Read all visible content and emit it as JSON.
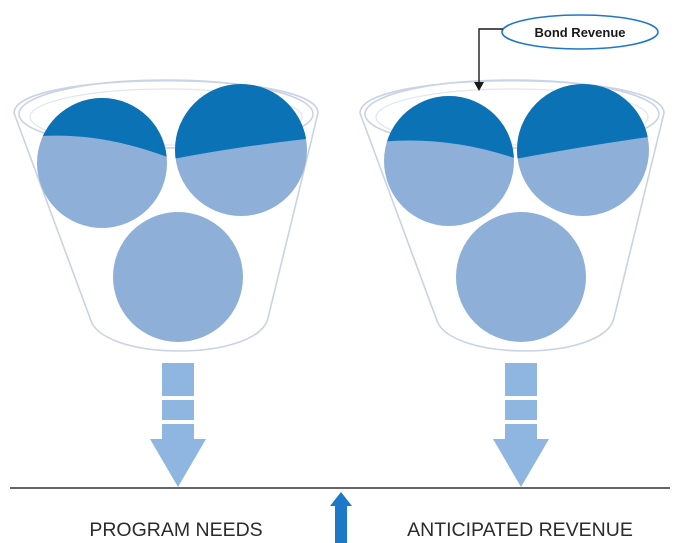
{
  "callout": {
    "label": "Bond Revenue"
  },
  "labels": {
    "left": "PROGRAM NEEDS",
    "right": "ANTICIPATED REVENUE"
  },
  "colors": {
    "dark_blue": "#0b72b5",
    "light_blue": "#8eb0d8",
    "arrow_blue": "#8fb6e0",
    "up_arrow": "#1e78c8",
    "funnel_outline": "#c9d3e4",
    "divider": "#333333"
  },
  "funnels": [
    {
      "name": "program-needs-funnel",
      "circles": 3,
      "filled_top_circles": 2
    },
    {
      "name": "anticipated-revenue-funnel",
      "circles": 3,
      "filled_top_circles": 2
    }
  ]
}
